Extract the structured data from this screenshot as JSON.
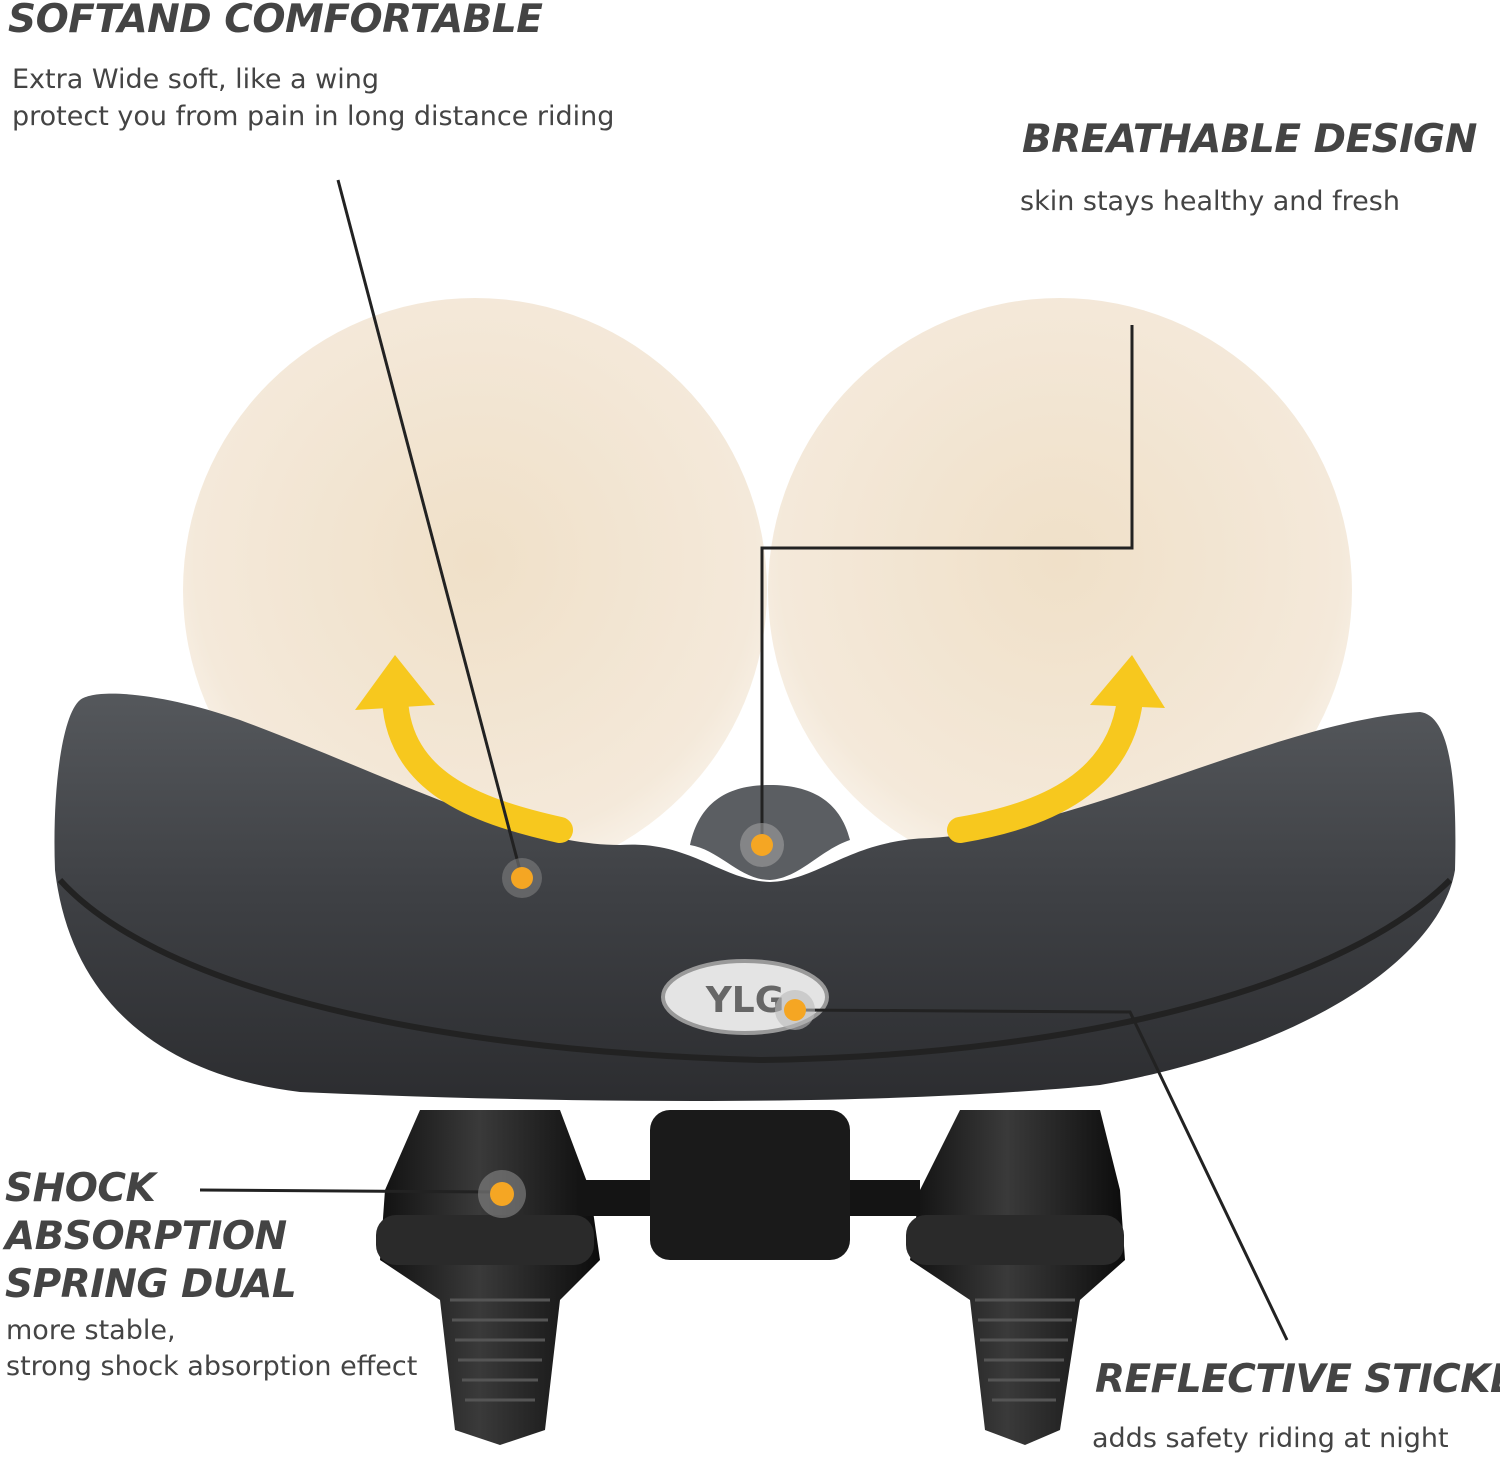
{
  "features": {
    "soft": {
      "title": "SOFTAND COMFORTABLE",
      "lines": [
        "Extra Wide soft, like a wing",
        "protect you from pain in long distance riding"
      ]
    },
    "breathable": {
      "title": "BREATHABLE DESIGN",
      "lines": [
        "skin stays healthy and fresh"
      ]
    },
    "shock": {
      "title_lines": [
        "SHOCK",
        "ABSORPTION",
        "SPRING DUAL"
      ],
      "lines": [
        "more stable,",
        "strong shock absorption effect"
      ]
    },
    "reflective": {
      "title": "REFLECTIVE STICKER",
      "lines": [
        "adds safety riding at night"
      ]
    }
  },
  "logo": {
    "text": "YLG"
  },
  "colors": {
    "accent_dot": "#f5a623",
    "arrow": "#f7c81e",
    "saddle": "#3c3e42",
    "text": "#444444"
  }
}
